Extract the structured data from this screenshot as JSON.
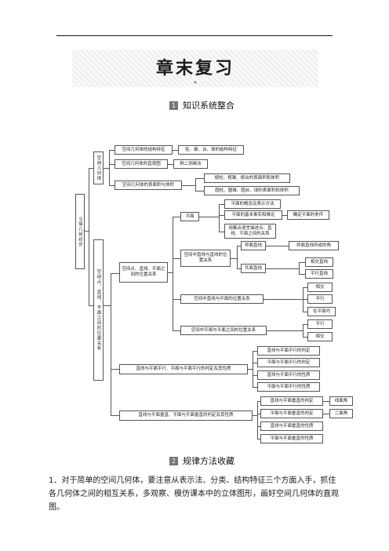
{
  "chapter_title": "章末复习",
  "chapter_title_mark": "*",
  "section1": {
    "number": "1",
    "title": "知识系统整合"
  },
  "section2": {
    "number": "2",
    "title": "规律方法收藏"
  },
  "mindmap": {
    "root": "立体几何初步",
    "branch1": {
      "label": "空间几何体",
      "items": [
        "空间几何体的结构特征",
        "空间几何体的直观图",
        "空间几何体的表面积与体积"
      ],
      "structure_detail": "柱、锥、台、球的结构特征",
      "intuitive_detail": "斜二测画法",
      "area_details": [
        "棱柱、棱锥、棱台的表面积和体积",
        "圆柱、圆锥、圆台、球的表面积和体积"
      ]
    },
    "branch2": {
      "label": "空间点、直线、平面之间的位置关系",
      "sub": {
        "label": "空间点、直线、平面之间的位置关系",
        "plane": {
          "label": "平面",
          "items": [
            "平面的概念及表示方法",
            "平面的基本事实和推论",
            "用集合语言描述点、直线、平面之间的关系"
          ],
          "axiom_detail": "确定平面的条件"
        },
        "line_line": {
          "label": "空间中直线与直线的位置关系",
          "skew": "异面直线",
          "skew_detail": "异面直线所成的角",
          "coplanar": "共面直线",
          "coplanar_details": [
            "相交直线",
            "平行直线"
          ]
        },
        "line_plane": {
          "label": "空间中直线与平面的位置关系",
          "items": [
            "相交",
            "平行",
            "在平面内"
          ]
        },
        "plane_plane": {
          "label": "空间中平面与平面之间的位置关系",
          "items": [
            "平行",
            "相交"
          ]
        }
      },
      "parallel": {
        "label": "直线与平面平行、平面与平面平行的判定及其性质",
        "items": [
          "直线与平面平行的判定",
          "平面与平面平行的判定",
          "直线与平面平行的性质",
          "平面与平面平行的性质"
        ]
      },
      "perpendicular": {
        "label": "直线与平面垂直、平面与平面垂直的判定及其性质",
        "items": [
          "直线与平面垂直的判定",
          "平面与平面垂直的判定",
          "直线与平面垂直的性质",
          "平面与平面垂直的性质"
        ],
        "angles": [
          "线面角",
          "二面角"
        ]
      }
    }
  },
  "paragraph": "1．对于简单的空间几何体，要注意从表示法、分类、结构特征三个方面入手，抓住各几何体之间的相互关系，多观察、模仿课本中的立体图形，画好空间几何体的直观图。"
}
